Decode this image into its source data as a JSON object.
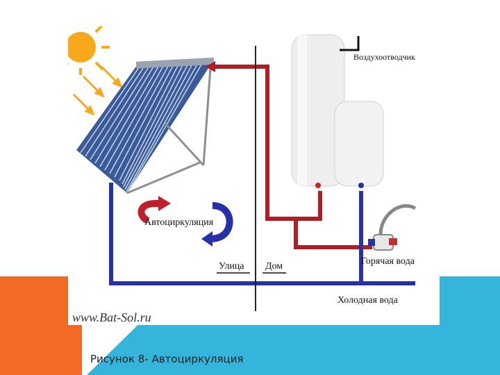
{
  "diagram": {
    "labels": {
      "air_vent": "Воздухоотводчик",
      "autocirculation": "Автоциркуляция",
      "street": "Улица",
      "house": "Дом",
      "hot_water": "Горячая вода",
      "cold_water": "Холодная вода"
    },
    "watermark": "www.Bat-Sol.ru"
  },
  "caption": "Рисунок 8- Автоциркуляция",
  "colors": {
    "hot_pipe": "#b01e24",
    "cold_pipe": "#2630a8",
    "orange_accent": "#f26a24",
    "teal_accent": "#35b4dc",
    "sun": "#f7a81b"
  }
}
